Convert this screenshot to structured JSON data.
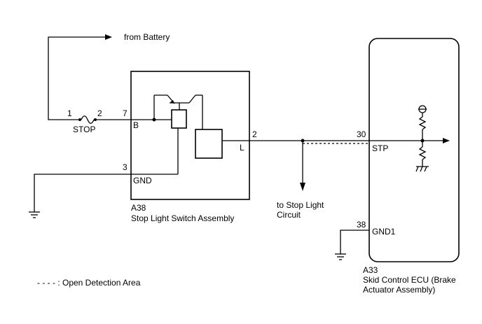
{
  "labels": {
    "from_battery": "from Battery",
    "fuse_pin1": "1",
    "fuse_pin2": "2",
    "fuse_name": "STOP",
    "a38_pin7": "7",
    "a38_pin_b": "B",
    "a38_pin3": "3",
    "a38_gnd": "GND",
    "a38_pin2": "2",
    "a38_pin_l": "L",
    "a38_code": "A38",
    "a38_name": "Stop Light Switch Assembly",
    "to_stop_light_1": "to Stop Light",
    "to_stop_light_2": "Circuit",
    "a33_pin30": "30",
    "a33_stp": "STP",
    "a33_pin38": "38",
    "a33_gnd1": "GND1",
    "a33_code": "A33",
    "a33_name_1": "Skid Control ECU (Brake",
    "a33_name_2": "Actuator Assembly)",
    "legend": "- - - - : Open Detection Area"
  }
}
